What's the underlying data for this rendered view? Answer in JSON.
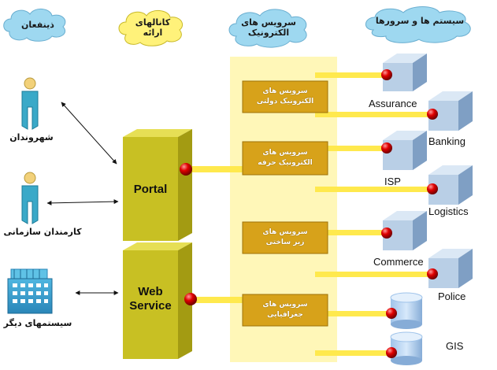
{
  "headers": {
    "actors": "ذینفعان",
    "channels_line1": "کانالهای",
    "channels_line2": "ارائه",
    "services_line1": "سرویس های",
    "services_line2": "الکترونیک",
    "systems": "سیستم ها و سرورها"
  },
  "actors": [
    {
      "label": "شهروندان",
      "icon": "person-icon"
    },
    {
      "label": "کارمندان سازمانی",
      "icon": "person-icon"
    },
    {
      "label": "سیستمهای دیگر",
      "icon": "building-icon"
    }
  ],
  "channels": {
    "portal": "Portal",
    "web_line1": "Web",
    "web_line2": "Service"
  },
  "services": [
    {
      "line1": "سرویس های",
      "line2": "الکترونیک دولتی"
    },
    {
      "line1": "سرویس های",
      "line2": "الکترونیک حرفه"
    },
    {
      "line1": "سرویس های",
      "line2": "زیر ساختی"
    },
    {
      "line1": "سرویس های",
      "line2": "جغرافیایی"
    }
  ],
  "systems": [
    {
      "label": "Assurance",
      "icon": "server-cube-icon"
    },
    {
      "label": "Banking",
      "icon": "server-cube-icon"
    },
    {
      "label": "ISP",
      "icon": "server-cube-icon"
    },
    {
      "label": "Logistics",
      "icon": "server-cube-icon"
    },
    {
      "label": "Commerce",
      "icon": "server-cube-icon"
    },
    {
      "label": "Police",
      "icon": "server-cube-icon"
    },
    {
      "label": "GIS",
      "icon": "database-cylinder-icon"
    }
  ],
  "colors": {
    "cloud_fill": "#9ed8f0",
    "channel_cloud_fill": "#fff27a",
    "column_fill": "#fff7b8",
    "box_front": "#c8c023",
    "box_side": "#a39b12",
    "box_top": "#e6df55",
    "service_box": "#d7a21a",
    "connector": "#ffe94d",
    "cube_front": "#b9cfe6",
    "cube_side": "#7f9fc4",
    "cube_top": "#dbe8f5",
    "node": "#e00000"
  }
}
